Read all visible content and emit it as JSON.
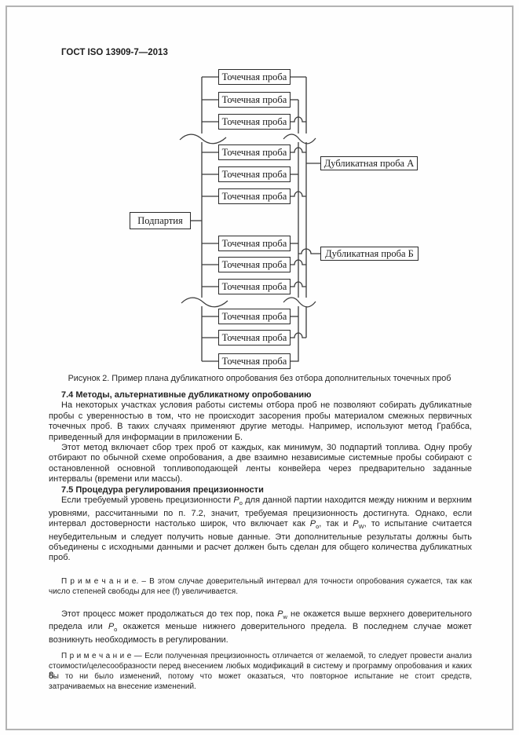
{
  "page": {
    "header": "ГОСТ ISO 13909-7—2013",
    "page_number": "8"
  },
  "figure": {
    "caption": "Рисунок 2. Пример плана дубликатного опробования без отбора дополнительных точечных проб",
    "sublot_label": "Подпартия",
    "duplicate_a_label": "Дубликатная проба А",
    "duplicate_b_label": "Дубликатная проба Б",
    "increments": [
      {
        "label": "Точечная проба",
        "collects_to": "А"
      },
      {
        "label": "Точечная проба",
        "collects_to": "Б"
      },
      {
        "label": "Точечная проба",
        "collects_to": "А"
      },
      {
        "label": "Точечная проба",
        "collects_to": "А"
      },
      {
        "label": "Точечная проба",
        "collects_to": "Б"
      },
      {
        "label": "Точечная проба",
        "collects_to": "А"
      },
      {
        "label": "Точечная проба",
        "collects_to": "Б"
      },
      {
        "label": "Точечная проба",
        "collects_to": "А"
      },
      {
        "label": "Точечная проба",
        "collects_to": "А"
      },
      {
        "label": "Точечная проба",
        "collects_to": "Б"
      },
      {
        "label": "Точечная проба",
        "collects_to": "А"
      },
      {
        "label": "Точечная проба",
        "collects_to": "Б"
      }
    ]
  },
  "sections": {
    "s74": {
      "heading": "7.4 Методы, альтернативные дубликатному опробованию",
      "p1": "На некоторых участках условия работы системы отбора проб не позволяют собирать дубликатные пробы с уверенностью в том, что не происходит засорения пробы материалом смежных первичных точечных проб. В таких случаях применяют другие методы. Например, используют метод Граббса, приведенный для информации в приложении Б.",
      "p2": "Этот метод включает сбор трех проб от каждых, как минимум, 30 подпартий топлива. Одну пробу отбирают по обычной схеме опробования, а две взаимно независимые системные пробы собирают с остановленной основной топливоподающей ленты конвейера через предварительно заданные интервалы (времени или массы)."
    },
    "s75": {
      "heading": "7.5 Процедура регулирования прецизионности",
      "p1_segments": [
        {
          "t": "Если требуемый уровень прецизионности "
        },
        {
          "i": "P",
          "sub": "о"
        },
        {
          "t": " для данной партии находится между нижним и верхним уровнями, рассчитанными по п. 7.2, значит, требуемая прецизионность достигнута. Однако, если интервал достоверности настолько широк, что включает как "
        },
        {
          "i": "P",
          "sub": "о"
        },
        {
          "t": ", так и "
        },
        {
          "i": "P",
          "sub": "W"
        },
        {
          "t": ", то испытание считается неубедительным и следует получить новые данные. Эти дополнительные результаты должны быть объединены с исходными данными и расчет должен быть сделан для общего количества дубликатных проб."
        }
      ],
      "note1": "П р и м е ч а н и е. – В этом случае доверительный интервал для точности опробования сужается, так как число степеней свободы для нее (f) увеличивается.",
      "p2_segments": [
        {
          "t": "Этот процесс может продолжаться до тех пор, пока "
        },
        {
          "i": "P",
          "sub": "w"
        },
        {
          "t": " не окажется выше верхнего доверительного предела или "
        },
        {
          "i": "P",
          "sub": "о"
        },
        {
          "t": " окажется меньше нижнего доверительного предела. В последнем случае может возникнуть необходимость в регулировании."
        }
      ],
      "note2": "П р и м е ч а н и е — Если полученная прецизионность отличается от желаемой, то следует провести анализ стоимости/целесообразности перед внесением любых модификаций в систему и программу опробования и каких бы то ни было изменений, потому что может оказаться, что повторное испытание не стоит средств, затрачиваемых на внесение изменений."
    }
  }
}
